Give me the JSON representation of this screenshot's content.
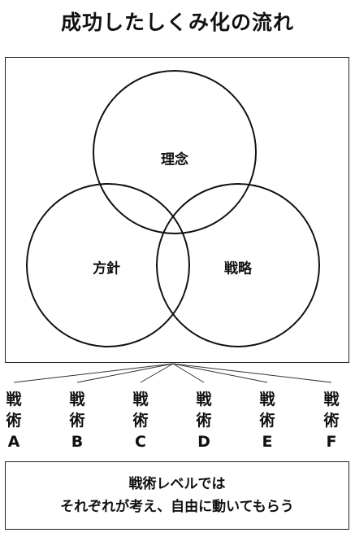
{
  "title": "成功したしくみ化の流れ",
  "circles": {
    "top": "理念",
    "left": "方針",
    "right": "戦略"
  },
  "tactics": [
    {
      "line1": "戦",
      "line2": "術",
      "letter": "A"
    },
    {
      "line1": "戦",
      "line2": "術",
      "letter": "B"
    },
    {
      "line1": "戦",
      "line2": "術",
      "letter": "C"
    },
    {
      "line1": "戦",
      "line2": "術",
      "letter": "D"
    },
    {
      "line1": "戦",
      "line2": "術",
      "letter": "E"
    },
    {
      "line1": "戦",
      "line2": "術",
      "letter": "F"
    }
  ],
  "note": {
    "line1": "戦術レベルでは",
    "line2": "それぞれが考え、自由に動いてもらう"
  }
}
